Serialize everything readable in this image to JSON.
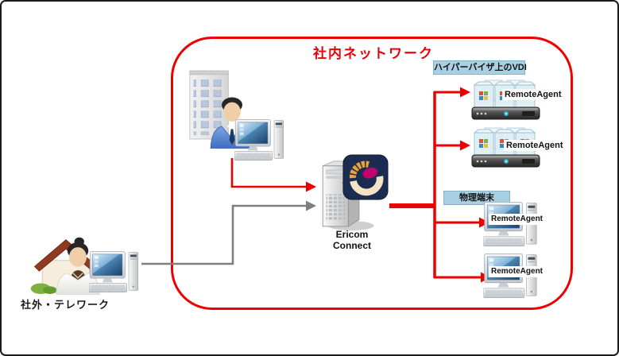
{
  "network": {
    "title": "社内ネットワーク"
  },
  "external": {
    "label": "社外・テレワーク"
  },
  "connect_server": {
    "label": "Ericom\nConnect"
  },
  "vdi": {
    "header": "ハイパーバイザ上のVDI",
    "agents": [
      {
        "label": "RemoteAgent"
      },
      {
        "label": "RemoteAgent"
      }
    ]
  },
  "physical": {
    "header": "物理端末",
    "agents": [
      {
        "label": "RemoteAgent"
      },
      {
        "label": "RemoteAgent"
      }
    ]
  },
  "colors": {
    "boundary": "#ee0000",
    "title": "#e8000d",
    "arrow_red": "#ee0000",
    "arrow_gray": "#7f7f7f",
    "header_bg": "#a9cfe3",
    "logo_navy": "#1c2b50",
    "logo_magenta": "#c4006e",
    "logo_orange": "#e9a23b",
    "logo_cream": "#f4e2c4"
  }
}
